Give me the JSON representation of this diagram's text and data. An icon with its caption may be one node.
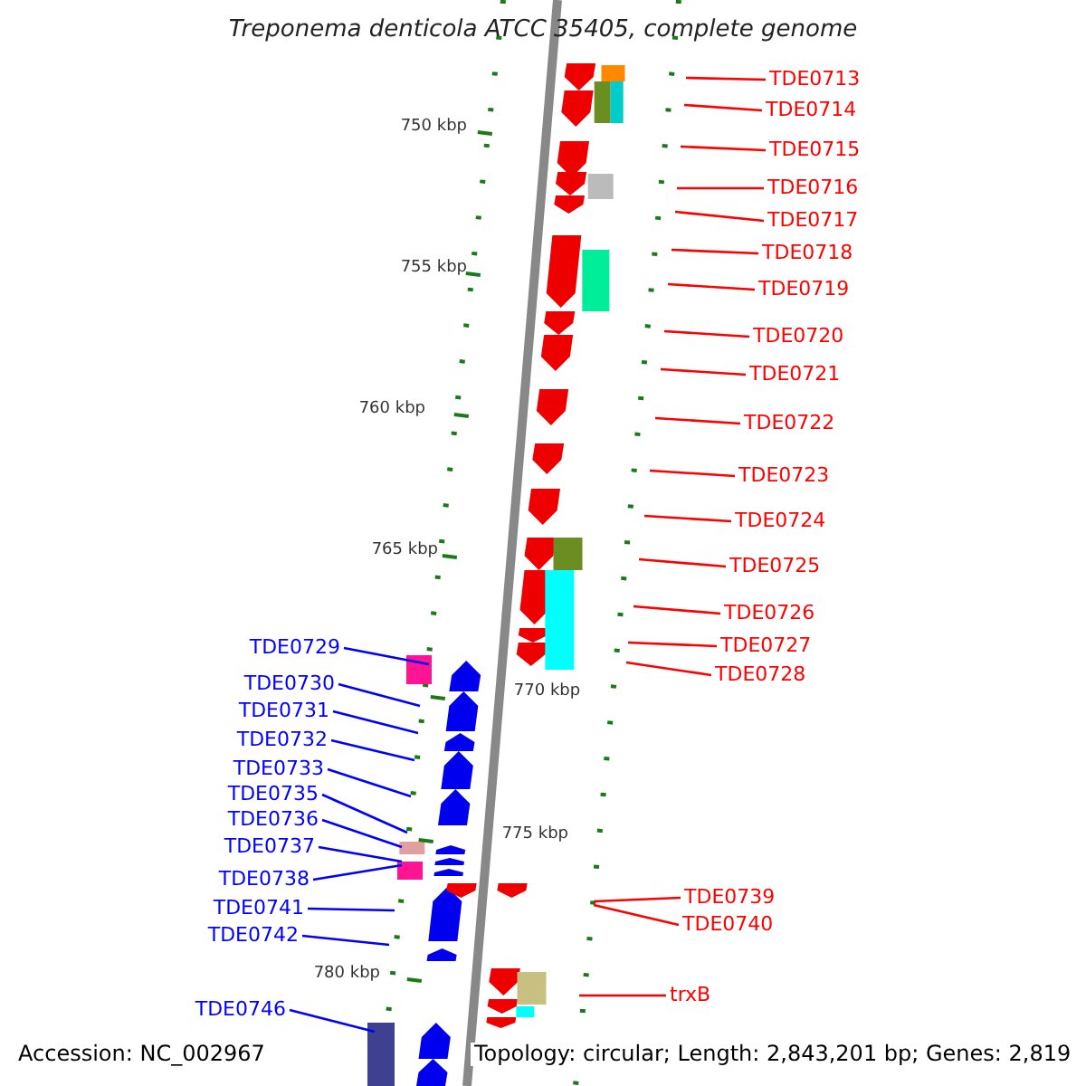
{
  "diagram": {
    "title": "Treponema denticola ATCC 35405, complete genome",
    "nodes": [
      {
        "text": [
          "TDE0713"
        ]
      },
      {
        "text": [
          "TDE0714"
        ]
      },
      {
        "text": [
          "TDE0715"
        ]
      },
      {
        "text": [
          "TDE0716"
        ]
      },
      {
        "text": [
          "TDE0717"
        ]
      },
      {
        "text": [
          "TDE0718"
        ]
      },
      {
        "text": [
          "TDE0719"
        ]
      },
      {
        "text": [
          "TDE0720"
        ]
      },
      {
        "text": [
          "TDE0721"
        ]
      },
      {
        "text": [
          "TDE0722"
        ]
      },
      {
        "text": [
          "TDE0723"
        ]
      },
      {
        "text": [
          "TDE0724"
        ]
      },
      {
        "text": [
          "TDE0725"
        ]
      },
      {
        "text": [
          "TDE0726"
        ]
      },
      {
        "text": [
          "TDE0727"
        ]
      },
      {
        "text": [
          "TDE0728"
        ]
      },
      {
        "text": [
          "TDE0729"
        ]
      },
      {
        "text": [
          "TDE0730"
        ]
      },
      {
        "text": [
          "TDE0731"
        ]
      },
      {
        "text": [
          "TDE0732"
        ]
      },
      {
        "text": [
          "TDE0733"
        ]
      },
      {
        "text": [
          "TDE0735"
        ]
      },
      {
        "text": [
          "TDE0736"
        ]
      },
      {
        "text": [
          "TDE0737"
        ]
      },
      {
        "text": [
          "TDE0738"
        ]
      },
      {
        "text": [
          "TDE0739"
        ]
      },
      {
        "text": [
          "TDE0740"
        ]
      },
      {
        "text": [
          "TDE0741"
        ]
      },
      {
        "text": [
          "TDE0742"
        ]
      },
      {
        "text": [
          "trxB"
        ]
      },
      {
        "text": [
          "TDE0746"
        ]
      }
    ],
    "edges": [
      {
        "from": 0,
        "to": null,
        "arrow": "none"
      },
      {
        "from": 1,
        "to": null,
        "arrow": "none"
      },
      {
        "from": 2,
        "to": null,
        "arrow": "none"
      },
      {
        "from": 3,
        "to": null,
        "arrow": "none"
      },
      {
        "from": 4,
        "to": null,
        "arrow": "none"
      },
      {
        "from": 5,
        "to": null,
        "arrow": "none"
      },
      {
        "from": 6,
        "to": null,
        "arrow": "none"
      },
      {
        "from": 7,
        "to": null,
        "arrow": "none"
      },
      {
        "from": 8,
        "to": null,
        "arrow": "none"
      },
      {
        "from": 9,
        "to": null,
        "arrow": "none"
      },
      {
        "from": 10,
        "to": null,
        "arrow": "none"
      },
      {
        "from": 11,
        "to": null,
        "arrow": "none"
      },
      {
        "from": 12,
        "to": null,
        "arrow": "none"
      },
      {
        "from": 13,
        "to": null,
        "arrow": "none"
      },
      {
        "from": 14,
        "to": null,
        "arrow": "none"
      },
      {
        "from": 15,
        "to": null,
        "arrow": "none"
      },
      {
        "from": 16,
        "to": null,
        "arrow": "none",
        "color": "#0000ff"
      },
      {
        "from": 17,
        "to": null,
        "arrow": "none",
        "color": "#0000ff"
      },
      {
        "from": 18,
        "to": null,
        "arrow": "none",
        "color": "#0000ff"
      },
      {
        "from": 19,
        "to": null,
        "arrow": "none",
        "color": "#0000ff"
      },
      {
        "from": 20,
        "to": null,
        "arrow": "none",
        "color": "#0000ff"
      },
      {
        "from": 21,
        "to": null,
        "arrow": "none",
        "color": "#0000ff"
      },
      {
        "from": 22,
        "to": null,
        "arrow": "none",
        "color": "#0000ff"
      },
      {
        "from": 23,
        "to": null,
        "arrow": "none",
        "color": "#0000ff"
      },
      {
        "from": 24,
        "to": null,
        "arrow": "none",
        "color": "#0000ff"
      },
      {
        "from": 25,
        "to": null,
        "arrow": "none"
      },
      {
        "from": 26,
        "to": null,
        "arrow": "none"
      },
      {
        "from": 27,
        "to": null,
        "arrow": "none",
        "color": "#0000ff"
      },
      {
        "from": 28,
        "to": null,
        "arrow": "none",
        "color": "#0000ff"
      },
      {
        "from": 29,
        "to": null,
        "arrow": "none"
      },
      {
        "from": 30,
        "to": null,
        "arrow": "none",
        "color": "#0000ff"
      }
    ],
    "labels": [
      "750 kbp",
      "755 kbp",
      "760 kbp",
      "765 kbp",
      "770 kbp",
      "775 kbp",
      "780 kbp",
      "Accession: NC_002967",
      "Topology: circular; Length: 2,843,201 bp; Genes: 2,819"
    ]
  }
}
